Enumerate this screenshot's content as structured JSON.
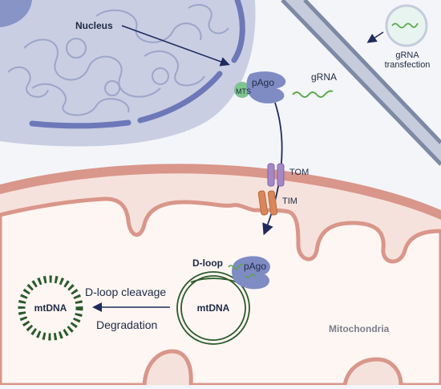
{
  "labels": {
    "nucleus": "Nucleus",
    "pago_top": "pAgo",
    "mts": "MTS",
    "grna": "gRNA",
    "grna_transfection_line1": "gRNA",
    "grna_transfection_line2": "transfection",
    "tom": "TOM",
    "tim": "TIM",
    "dloop": "D-loop",
    "pago_bottom": "pAgo",
    "mtdna_circle": "mtDNA",
    "mtdna_degraded": "mtDNA",
    "dloop_cleavage": "D-loop cleavage",
    "degradation": "Degradation",
    "mitochondria": "Mitochondria"
  },
  "colors": {
    "cytoplasm": "#f4f5f9",
    "nucleus_fill": "#c9cee3",
    "nucleus_membrane": "#6c78b8",
    "chromatin": "#9da6c9",
    "cell_membrane": "#7c8aa6",
    "cell_membrane_fill": "#c7ccdd",
    "mito_outer": "#d9968a",
    "mito_fill": "#f6e2dc",
    "mito_matrix": "#fdf6f3",
    "pago": "#7f8bc3",
    "mts": "#7ec58f",
    "grna": "#5ca84a",
    "tom": "#a487c6",
    "tim": "#d8865a",
    "mtdna": "#2b5a2b",
    "arrow": "#1f2a5e"
  }
}
